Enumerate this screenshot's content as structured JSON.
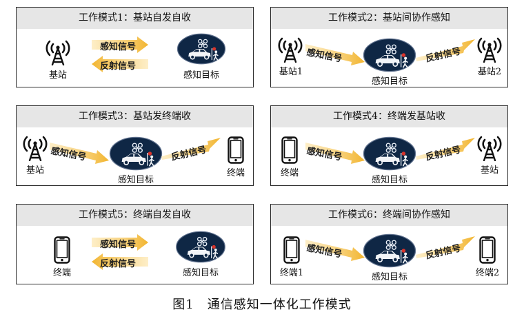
{
  "panels": [
    {
      "title": "工作模式1：基站自发自收",
      "tx": "基站",
      "rx": "感知目标",
      "sig": "感知信号",
      "ref": "反射信号"
    },
    {
      "title": "工作模式2：基站间协作感知",
      "tx": "基站1",
      "target": "感知目标",
      "rx": "基站2",
      "sig": "感知信号",
      "ref": "反射信号"
    },
    {
      "title": "工作模式3：基站发终端收",
      "tx": "基站",
      "target": "感知目标",
      "rx": "终端",
      "sig": "感知信号",
      "ref": "反射信号"
    },
    {
      "title": "工作模式4：终端发基站收",
      "tx": "终端",
      "target": "感知目标",
      "rx": "基站",
      "sig": "感知信号",
      "ref": "反射信号"
    },
    {
      "title": "工作模式5：终端自发自收",
      "tx": "终端",
      "rx": "感知目标",
      "sig": "感知信号",
      "ref": "反射信号"
    },
    {
      "title": "工作模式6：终端间协作感知",
      "tx": "终端1",
      "target": "感知目标",
      "rx": "终端2",
      "sig": "感知信号",
      "ref": "反射信号"
    }
  ],
  "figure_caption": "图1　通信感知一体化工作模式",
  "colors": {
    "arrow": "#f2b530",
    "target_fill": "#0f2745",
    "header": "#e6e6e6"
  },
  "icons": [
    "base-station-icon",
    "terminal-phone-icon",
    "sensing-target-icon"
  ]
}
